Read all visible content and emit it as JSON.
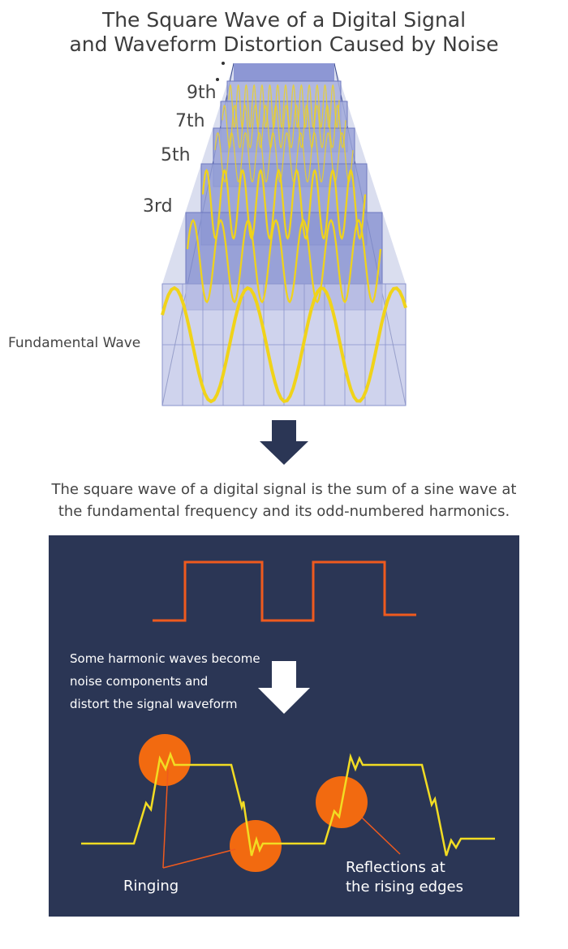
{
  "title": {
    "line1": "The Square Wave of a Digital Signal",
    "line2": "and Waveform Distortion Caused by Noise"
  },
  "harmonics": {
    "labels": [
      "9th",
      "7th",
      "5th",
      "3rd"
    ],
    "fundamental_label": "Fundamental Wave"
  },
  "caption": {
    "line1": "The square wave of a digital signal is the sum of a sine wave at",
    "line2": "the fundamental frequency and its odd-numbered harmonics."
  },
  "panel": {
    "note_lines": [
      "Some harmonic waves become",
      "noise components and",
      "distort the signal waveform"
    ],
    "ringing_label": "Ringing",
    "reflections_line1": "Reflections at",
    "reflections_line2": "the rising edges"
  },
  "colors": {
    "panel_bg": "#2b3655",
    "square_wave": "#ef5a1e",
    "distorted_wave": "#f2dc23",
    "highlight_circle": "#f26a10",
    "sine_wave": "#f0d31a",
    "arrow": "#2b3655"
  },
  "icons": [
    "down-arrow-icon"
  ]
}
